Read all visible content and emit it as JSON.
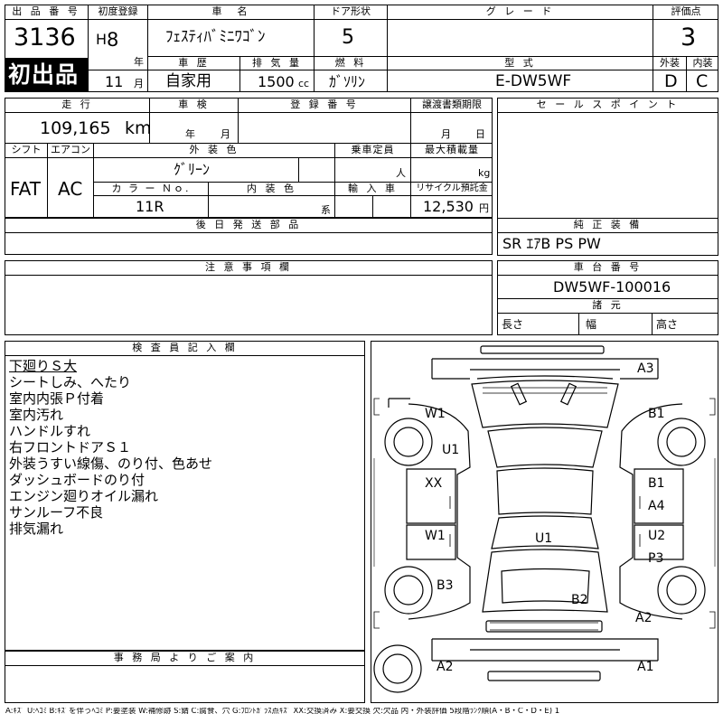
{
  "header": {
    "lot_label": "出 品 番 号",
    "lot_no": "3136",
    "first_badge": "初出品",
    "reg_label": "初度登録",
    "reg_era": "H",
    "reg_year": "8",
    "reg_year_unit": "年",
    "reg_month": "11",
    "reg_month_unit": "月",
    "name_label": "車　名",
    "name_value": "ﾌｪｽﾃｨﾊﾞﾐﾆﾜｺﾞﾝ",
    "door_label": "ドア形状",
    "door_value": "5",
    "grade_label": "グ レ ー ド",
    "grade_value": "",
    "score_label": "評価点",
    "score_value": "3",
    "history_label": "車 歴",
    "history_value": "自家用",
    "disp_label": "排 気 量",
    "disp_value": "1500",
    "disp_unit": "cc",
    "fuel_label": "燃 料",
    "fuel_value": "ｶﾞｿﾘﾝ",
    "model_label": "型 式",
    "model_value": "E-DW5WF",
    "ext_label": "外装",
    "ext_value": "D",
    "int_label": "内装",
    "int_value": "C"
  },
  "mid": {
    "mileage_label": "走 行",
    "mileage_value": "109,165",
    "mileage_unit": "km",
    "inspect_label": "車 検",
    "inspect_year_unit": "年",
    "inspect_month_unit": "月",
    "plate_label": "登 録 番 号",
    "transfer_label": "譲渡書類期限",
    "transfer_month_unit": "月",
    "transfer_day_unit": "日",
    "shift_label": "シフト",
    "shift_value": "FAT",
    "ac_label": "エアコン",
    "ac_value": "AC",
    "color_label": "外 装 色",
    "color_value": "ｸﾞﾘｰﾝ",
    "cap_label": "乗車定員",
    "cap_unit": "人",
    "load_label": "最大積載量",
    "load_unit": "kg",
    "colorno_label": "カ ラ ー Ｎｏ.",
    "colorno_value": "11R",
    "intcolor_label": "内 装 色",
    "intcolor_unit": "系",
    "import_label": "輸 入 車",
    "recycle_label": "リサイクル預託金",
    "recycle_value": "12,530",
    "recycle_unit": "円",
    "later_label": "後 日 発 送 部 品",
    "sales_label": "セ ー ル ス ポ イ ン ト",
    "equip_label": "純 正 装 備",
    "equip_value": "SR ｴｱB PS PW"
  },
  "notes": {
    "caution_label": "注 意 事 項 欄",
    "chassis_label": "車 台 番 号",
    "chassis_value": "DW5WF-100016",
    "spec_label": "諸 元",
    "length_label": "長さ",
    "width_label": "幅",
    "height_label": "高さ"
  },
  "inspector": {
    "label": "検 査 員 記 入 欄",
    "lines": [
      "下廻りＳ大",
      "シートしみ、へたり",
      "室内内張Ｐ付着",
      "室内汚れ",
      "ハンドルすれ",
      "右フロントドアＳ１",
      "外装うすい線傷、のり付、色あせ",
      "ダッシュボードのり付",
      "エンジン廻りオイル漏れ",
      "サンルーフ不良",
      "排気漏れ"
    ]
  },
  "office": {
    "label": "事 務 局 よ り ご 案 内"
  },
  "diagram_marks": {
    "a3": "A3",
    "w1_top": "W1",
    "b1_top": "B1",
    "u1_left": "U1",
    "xx": "XX",
    "b1_right": "B1",
    "a4": "A4",
    "w1_mid": "W1",
    "u1_center": "U1",
    "u2": "U2",
    "p3": "P3",
    "b3": "B3",
    "b2": "B2",
    "a2_right": "A2",
    "a2_bottom": "A2",
    "a1": "A1"
  },
  "legend": "A:ｷｽﾞ U:ﾍｺﾐ B:ｷｽﾞを伴うﾍｺﾐ P:要塗装 W:補修跡 S:錆 C:腐食、穴 G:ﾌﾛﾝﾄｶﾞﾗｽ点ｷｽﾞ XX:交換済み X:要交換 欠:欠品 内・外装評価 5段階ﾗﾝｸ順(A・B・C・D・E) 1"
}
